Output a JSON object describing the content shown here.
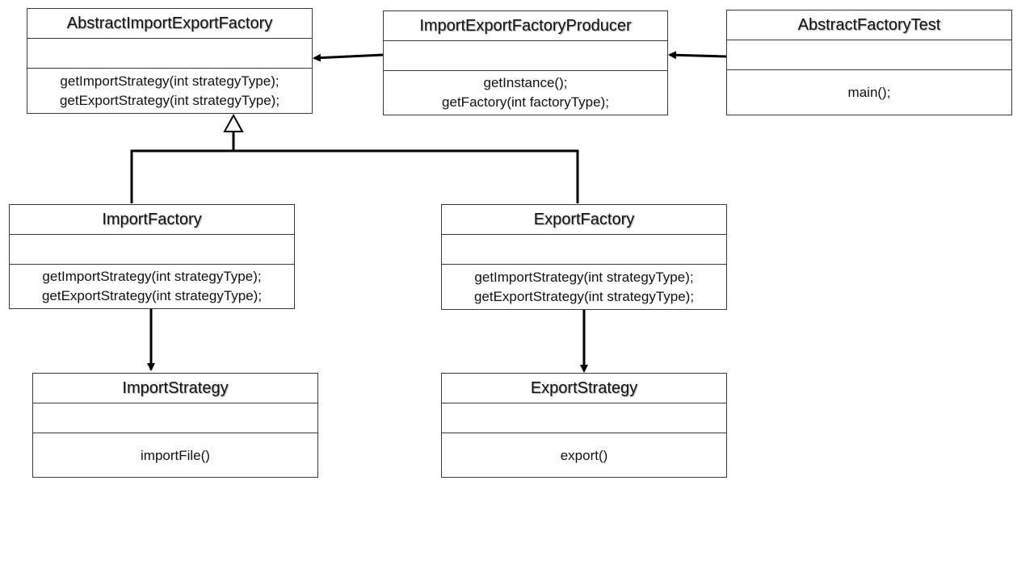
{
  "classes": {
    "abstract_factory": {
      "name": "AbstractImportExportFactory",
      "methods": [
        "getImportStrategy(int strategyType);",
        "getExportStrategy(int strategyType);"
      ]
    },
    "producer": {
      "name": "ImportExportFactoryProducer",
      "methods": [
        "getInstance();",
        "getFactory(int factoryType);"
      ]
    },
    "test": {
      "name": "AbstractFactoryTest",
      "methods": [
        "main();"
      ]
    },
    "import_factory": {
      "name": "ImportFactory",
      "methods": [
        "getImportStrategy(int strategyType);",
        "getExportStrategy(int strategyType);"
      ]
    },
    "export_factory": {
      "name": "ExportFactory",
      "methods": [
        "getImportStrategy(int strategyType);",
        "getExportStrategy(int strategyType);"
      ]
    },
    "import_strategy": {
      "name": "ImportStrategy",
      "methods": [
        "importFile()"
      ]
    },
    "export_strategy": {
      "name": "ExportStrategy",
      "methods": [
        "export()"
      ]
    }
  },
  "relationships": [
    {
      "type": "association",
      "from": "ImportExportFactoryProducer",
      "to": "AbstractImportExportFactory"
    },
    {
      "type": "association",
      "from": "AbstractFactoryTest",
      "to": "ImportExportFactoryProducer"
    },
    {
      "type": "generalization",
      "from": "ImportFactory",
      "to": "AbstractImportExportFactory"
    },
    {
      "type": "generalization",
      "from": "ExportFactory",
      "to": "AbstractImportExportFactory"
    },
    {
      "type": "association",
      "from": "ImportFactory",
      "to": "ImportStrategy"
    },
    {
      "type": "association",
      "from": "ExportFactory",
      "to": "ExportStrategy"
    }
  ],
  "colors": {
    "line": "#000000",
    "border": "#3a3a3a",
    "background": "#ffffff"
  }
}
